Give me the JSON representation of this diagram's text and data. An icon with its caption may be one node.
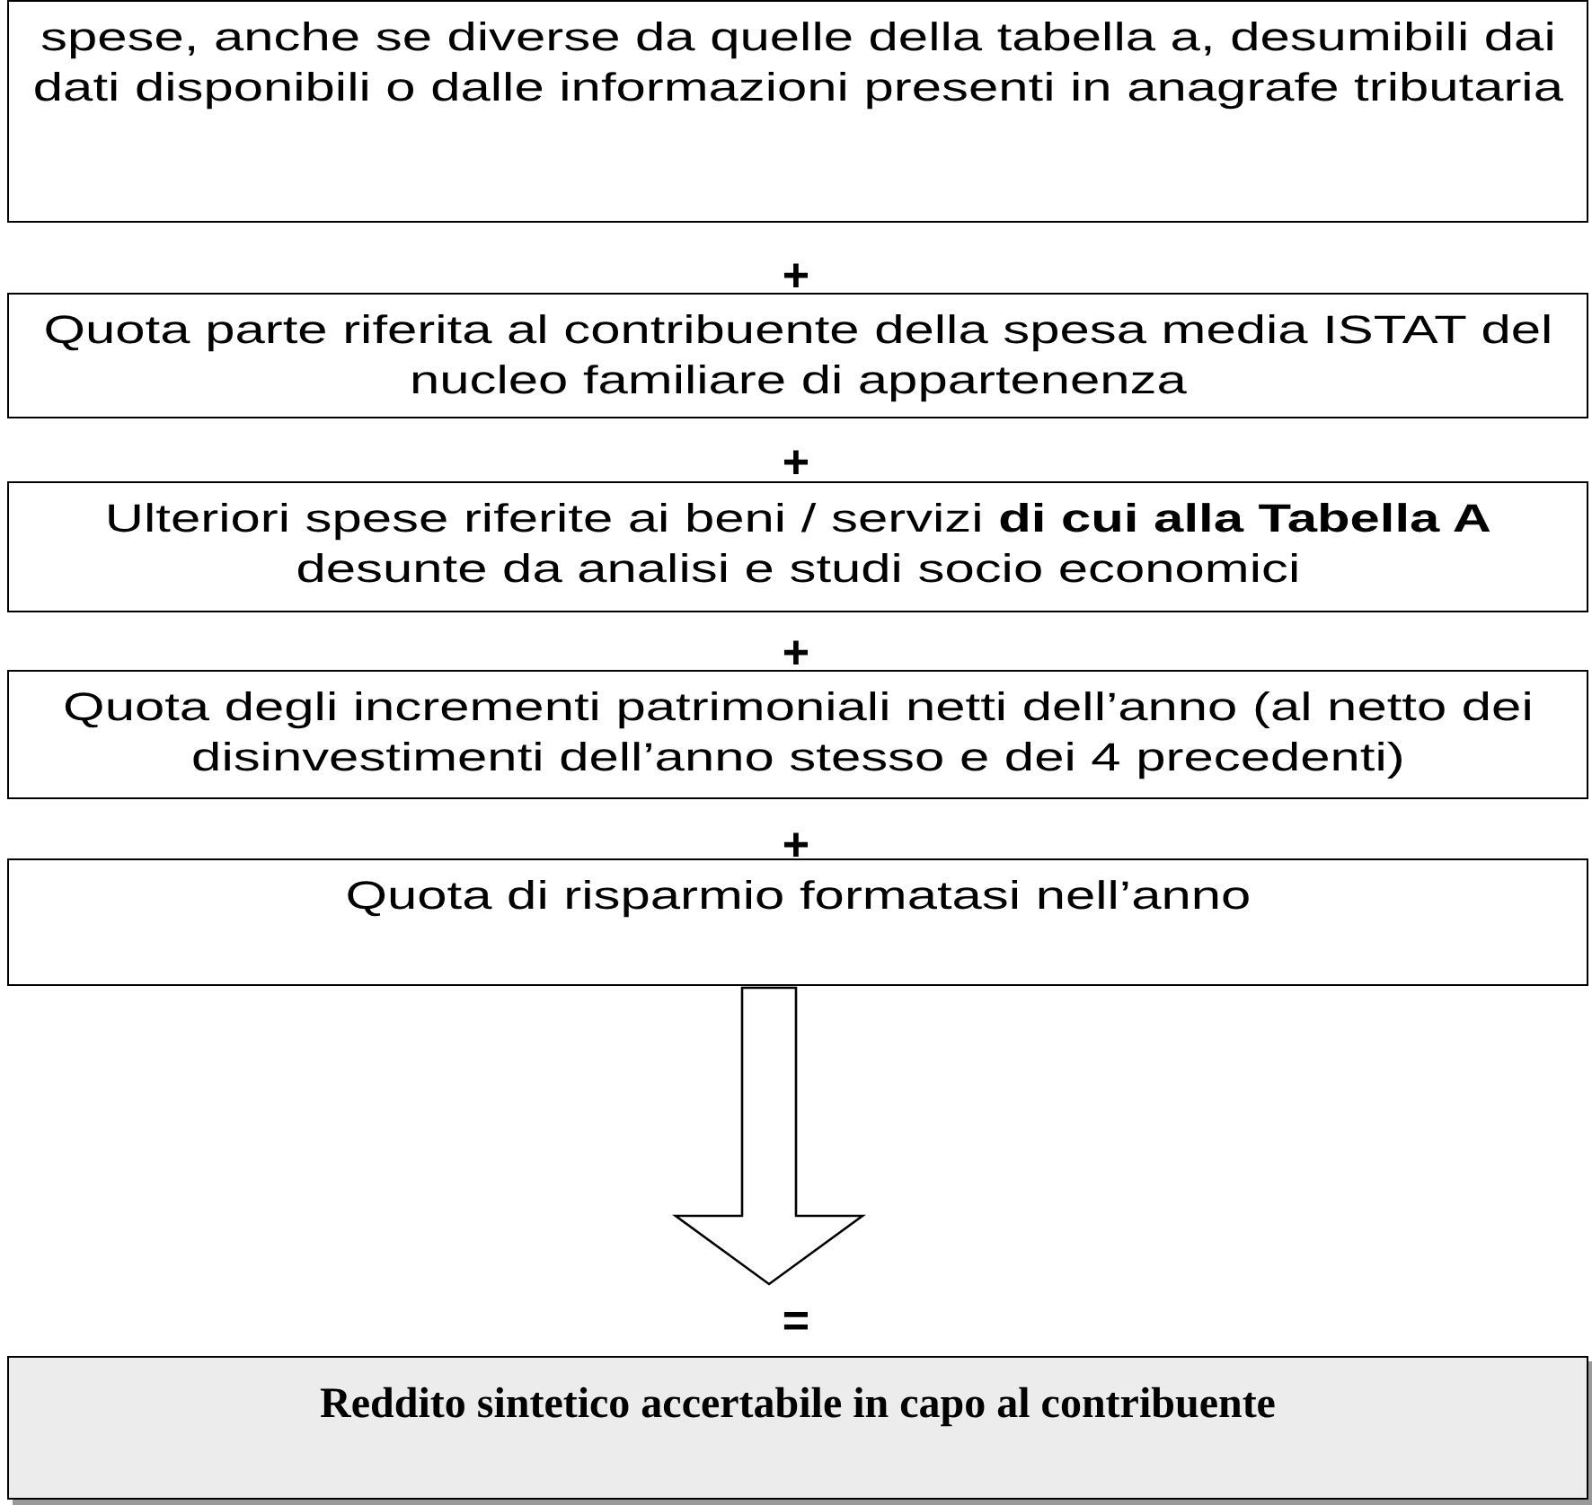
{
  "diagram": {
    "nodes": [
      {
        "text": [
          "spese, anche se diverse da quelle della tabella a, desumibili dai dati disponibili o dalle informazioni presenti in anagrafe tributaria"
        ]
      },
      {
        "text": [
          "Quota parte riferita al contribuente della spesa media ISTAT del nucleo familiare di appartenenza"
        ]
      },
      {
        "text": [
          "Ulteriori spese riferite ai beni / servizi **di cui alla Tabella A** desunte da analisi e studi socio economici"
        ]
      },
      {
        "text": [
          "Quota degli incrementi patrimoniali netti dell’anno (al netto dei disinvestimenti dell’anno stesso e dei 4 precedenti)"
        ]
      },
      {
        "text": [
          "Quota di risparmio formatasi nell’anno"
        ]
      },
      {
        "text": [
          "Reddito sintetico accertabile in capo al contribuente"
        ],
        "beside": [
          "="
        ]
      }
    ],
    "edges": [
      {
        "from": 4,
        "to": 5,
        "arrow": "to"
      }
    ],
    "labels": [
      "+",
      "+",
      "+",
      "+"
    ]
  }
}
